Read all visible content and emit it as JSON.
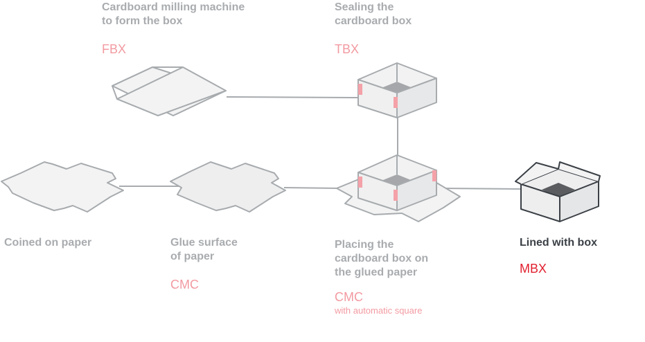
{
  "steps": {
    "fbx": {
      "title_line1": "Cardboard milling machine",
      "title_line2": "to form the box",
      "code": "FBX"
    },
    "tbx": {
      "title_line1": "Sealing the",
      "title_line2": "cardboard box",
      "code": "TBX"
    },
    "coined": {
      "title": "Coined on paper"
    },
    "glue": {
      "title_line1": "Glue surface",
      "title_line2": "of paper",
      "code": "CMC"
    },
    "placing": {
      "title_line1": "Placing the",
      "title_line2": "cardboard box on",
      "title_line3": "the glued paper",
      "code": "CMC",
      "note": "with automatic square"
    },
    "lined": {
      "title": "Lined with box",
      "code": "MBX"
    }
  },
  "colors": {
    "line": "#a7abae",
    "label": "#a9acaf",
    "label_final": "#3b4046",
    "code": "#f29aa1",
    "code_final": "#e1202f",
    "glue_tab": "#f4a1a8",
    "box_floor": "#a5a7aa",
    "box_floor_final": "#5a5c5f"
  },
  "icons": [
    "flat-blank-icon",
    "open-tray-icon",
    "cross-paper-icon",
    "tray-on-paper-icon",
    "lined-box-icon"
  ]
}
